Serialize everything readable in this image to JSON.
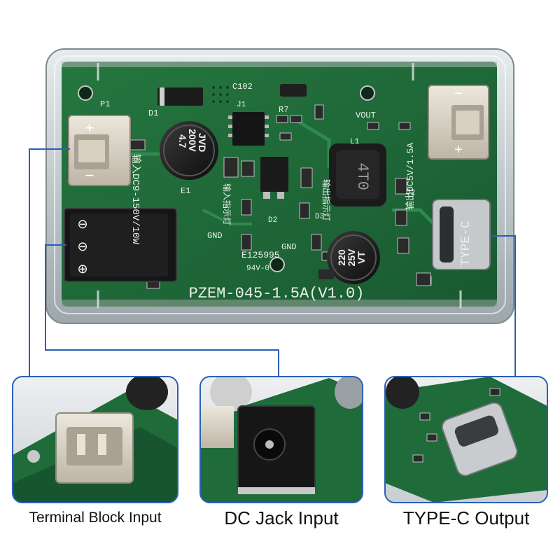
{
  "board": {
    "model_text": "PZEM-045-1.5A(V1.0)",
    "cert_text": "E125995",
    "cert_sub": "94V-0",
    "silk": {
      "p1": "P1",
      "d1": "D1",
      "c102": "C102",
      "r7": "R7",
      "l1": "L1",
      "vout": "VOUT",
      "e1": "E1",
      "gnd_left": "GND",
      "gnd_mid": "GND",
      "d2": "D2",
      "d3": "D3",
      "j1": "J1",
      "j2": "J2",
      "input_range": "输入DC9-150V/10W",
      "input_led": "输入指示灯",
      "output_led": "输出指示灯",
      "output_range": "输出DC5V/1.5A",
      "type_c": "TYPE-C",
      "inductor": "4T0"
    },
    "cap_large": [
      "4.7",
      "200V",
      "JVD"
    ],
    "cap_small": [
      "220",
      "25V",
      "VT"
    ]
  },
  "callouts": [
    {
      "label": "Terminal Block Input"
    },
    {
      "label": "DC Jack Input"
    },
    {
      "label": "TYPE-C Output"
    }
  ],
  "colors": {
    "pcb": "#1f6b3a",
    "pcb_dark": "#174f2c",
    "case": "#cfd6d8",
    "callout_border": "#2b5fb7",
    "callout_line": "#2b5fb7",
    "connector_beige": "#d9d3c5",
    "jack_black": "#1a1a1a"
  }
}
